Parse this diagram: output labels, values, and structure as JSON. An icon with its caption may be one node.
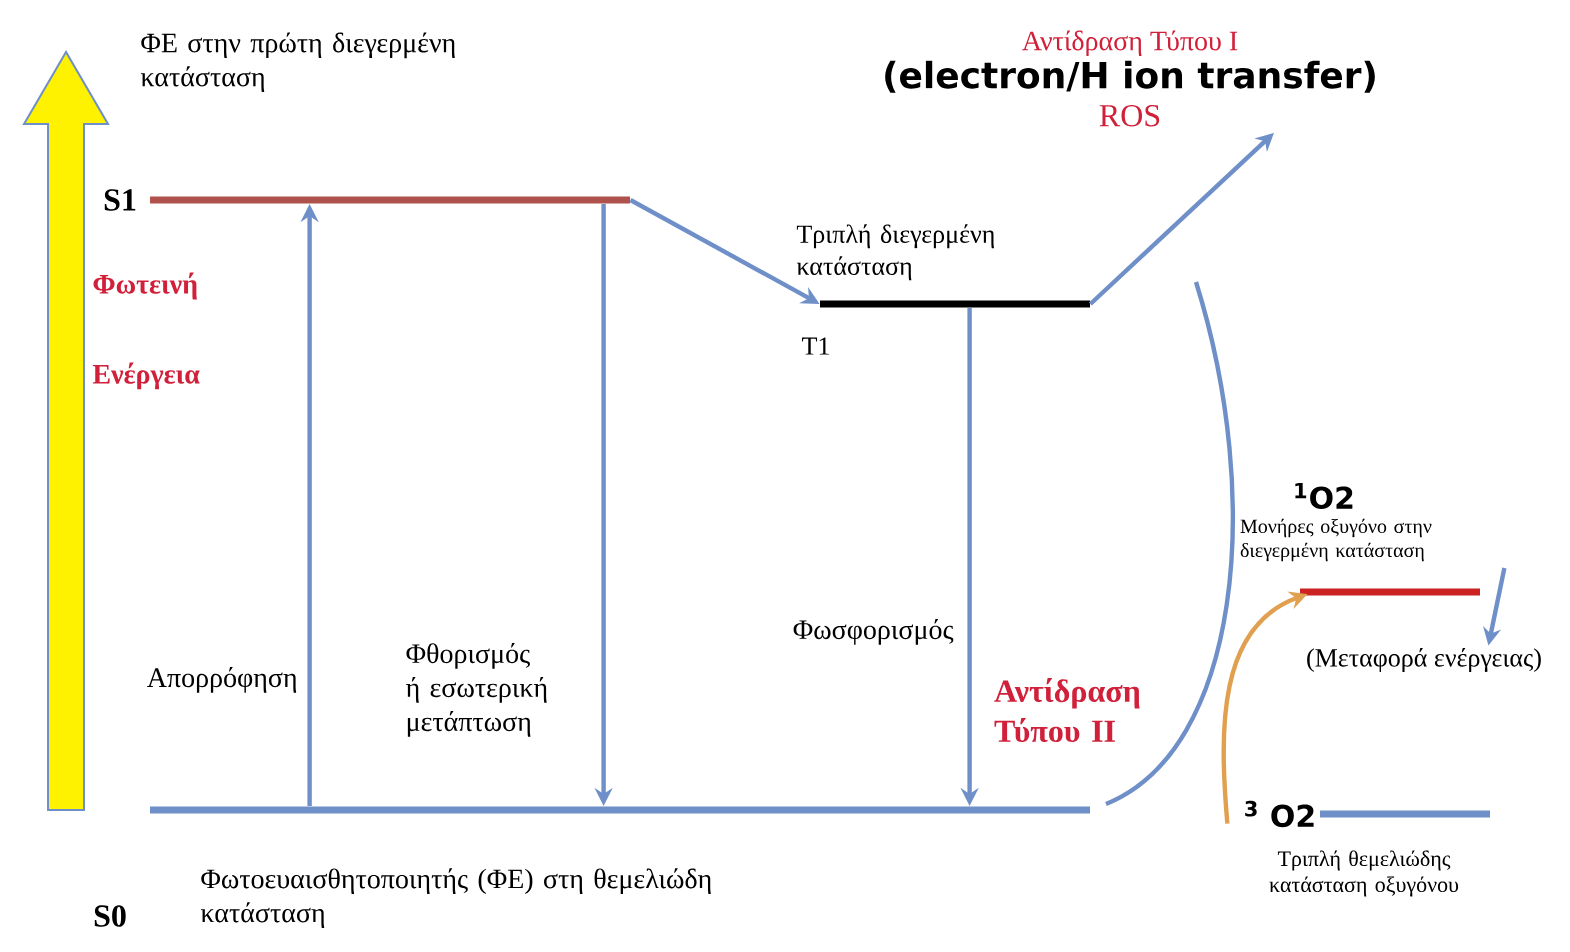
{
  "diagram": {
    "nodes": [
      {
        "text": [],
        "shape": "bar",
        "beside": [
          "S1"
        ]
      },
      {
        "text": [],
        "shape": "bar",
        "beside": [
          "Τριπλή διεγερμένη κατάσταση",
          "T1"
        ]
      },
      {
        "text": [],
        "shape": "bar",
        "beside": [
          "S0",
          "Φωτοευαισθητοποιητής (ΦΕ) στη θεμελιώδη κατάσταση"
        ]
      },
      {
        "text": [
          "Αντίδραση Τύπου I",
          "(electron/H ion transfer)",
          "ROS"
        ]
      },
      {
        "text": [],
        "shape": "bar",
        "beside": [
          "$^{1}$O2",
          "Μονήρες οξυγόνο στην διεγερμένη κατάσταση"
        ]
      },
      {
        "text": [
          "$^{3}$ O2"
        ],
        "beside": [
          "Τριπλή θεμελιώδης κατάσταση οξυγόνου"
        ]
      },
      {
        "text": [
          "(Μεταφορά ενέργειας)"
        ]
      },
      {
        "text": [],
        "shape": "bar"
      }
    ],
    "edges": [
      {
        "from": 2,
        "to": 0,
        "arrow": "to",
        "label": "Απορρόφηση"
      },
      {
        "from": 0,
        "to": 2,
        "arrow": "to",
        "label": "Φθορισμός ή εσωτερική μετάπτωση"
      },
      {
        "from": 0,
        "to": 1,
        "arrow": "to"
      },
      {
        "from": 1,
        "to": 2,
        "arrow": "to",
        "label": "Φωσφορισμός"
      },
      {
        "from": 1,
        "to": 3,
        "arrow": "to"
      },
      {
        "from": 5,
        "to": 4,
        "arrow": "to",
        "color": "#e0a050"
      },
      {
        "from": 4,
        "to": 6,
        "arrow": "to"
      }
    ],
    "labels": [
      "ΦΕ στην πρώτη διεγερμένη κατάσταση",
      "Φωτεινή",
      "Ενέργεια",
      "Αντίδραση Τύπου II"
    ]
  }
}
